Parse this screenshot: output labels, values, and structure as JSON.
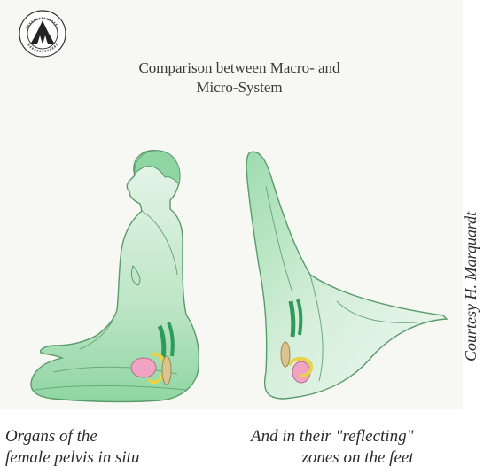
{
  "title": {
    "line1": "Comparison between Macro- and",
    "line2": "Micro-System"
  },
  "logo": {
    "icon": "seal-logo-icon"
  },
  "captions": {
    "left_line1": "Organs of the",
    "left_line2": "female pelvis in situ",
    "right_line1": "And in their \"reflecting\"",
    "right_line2": "zones on the feet"
  },
  "credit": "Courtesy H. Marquardt",
  "colors": {
    "skin_green": "#8fd6a2",
    "skin_light": "#d7f0dc",
    "outline": "#5a9a6b",
    "pink_organ": "#f0a3c2",
    "yellow_organ": "#e8d24a",
    "tan_organ": "#d9c48e",
    "ureter_green": "#2f9a5a",
    "panel_bg": "#f7f8f3"
  }
}
